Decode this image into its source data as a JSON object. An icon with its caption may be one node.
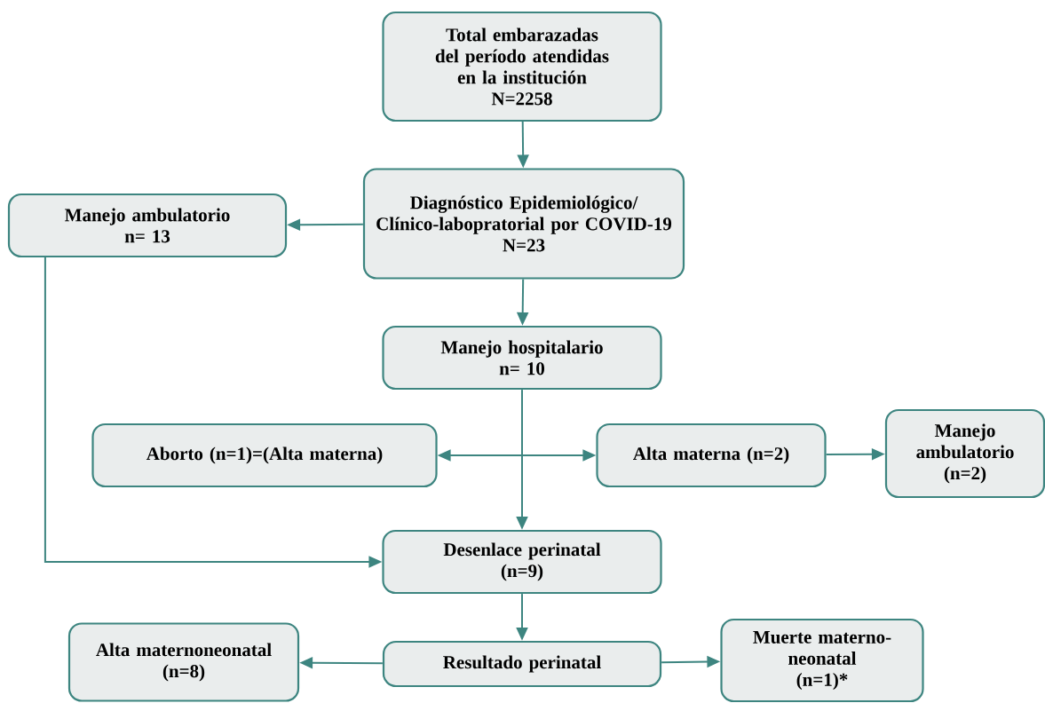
{
  "diagram": {
    "nodes": [
      {
        "text": [
          "Total embarazadas del período atendidas en la institución",
          "N=2258"
        ]
      },
      {
        "text": [
          "Diagnóstico Epidemiológico/ Clínico-labopratorial por COVID-19",
          "N=23"
        ]
      },
      {
        "text": [
          "Manejo ambulatorio",
          "n= 13"
        ]
      },
      {
        "text": [
          "Manejo hospitalario",
          "n= 10"
        ]
      },
      {
        "text": [
          "Aborto (n=1)=(Alta materna)"
        ]
      },
      {
        "text": [
          "Alta materna (n=2)"
        ]
      },
      {
        "text": [
          "Manejo ambulatorio",
          "(n=2)"
        ]
      },
      {
        "text": [
          "Desenlace perinatal",
          "(n=9)"
        ]
      },
      {
        "text": [
          "Alta maternoneonatal",
          "(n=8)"
        ]
      },
      {
        "text": [
          "Resultado perinatal"
        ]
      },
      {
        "text": [
          "Muerte materno-neonatal",
          "(n=1)*"
        ]
      }
    ],
    "edges": [
      {
        "from": 0,
        "to": 1,
        "arrow": "to"
      },
      {
        "from": 1,
        "to": 2,
        "arrow": "to"
      },
      {
        "from": 1,
        "to": 3,
        "arrow": "to"
      },
      {
        "from": 3,
        "to": 7,
        "arrow": "to"
      },
      {
        "from": 4,
        "to": 5,
        "arrow": "both"
      },
      {
        "from": 5,
        "to": 6,
        "arrow": "to"
      },
      {
        "from": 2,
        "to": 7,
        "arrow": "to"
      },
      {
        "from": 7,
        "to": 9,
        "arrow": "to"
      },
      {
        "from": 9,
        "to": 8,
        "arrow": "to"
      },
      {
        "from": 9,
        "to": 10,
        "arrow": "to"
      }
    ]
  }
}
